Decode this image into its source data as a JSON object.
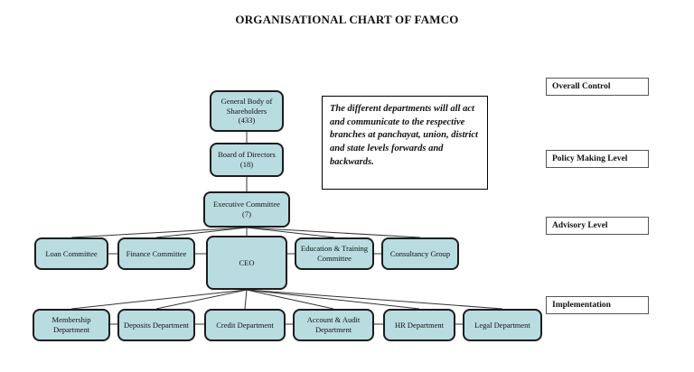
{
  "title": "ORGANISATIONAL CHART OF FAMCO",
  "note_text": "The different departments will all act and communicate to the respective branches at panchayat, union, district and state levels forwards and backwards.",
  "level_labels": [
    "Overall Control",
    "Policy Making Level",
    "Advisory Level",
    "Implementation"
  ],
  "org": {
    "general_body": {
      "name": "General Body of Shareholders",
      "count": "(433)"
    },
    "board": {
      "name": "Board of Directors",
      "count": "(18)"
    },
    "executive": {
      "name": "Executive Committee",
      "count": "(7)"
    },
    "committees": [
      {
        "name": "Loan Committee"
      },
      {
        "name": "Finance Committee"
      },
      {
        "name": "CEO"
      },
      {
        "name": "Education & Training Committee"
      },
      {
        "name": "Consultancy Group"
      }
    ],
    "departments": [
      {
        "name": "Membership Department"
      },
      {
        "name": "Deposits Department"
      },
      {
        "name": "Credit Department"
      },
      {
        "name": "Account & Audit Department"
      },
      {
        "name": "HR Department"
      },
      {
        "name": "Legal Department"
      }
    ]
  },
  "colors": {
    "node_fill": "#b9dce0",
    "node_border": "#1c1c1c",
    "connector_line": "#333333",
    "background": "#ffffff"
  }
}
